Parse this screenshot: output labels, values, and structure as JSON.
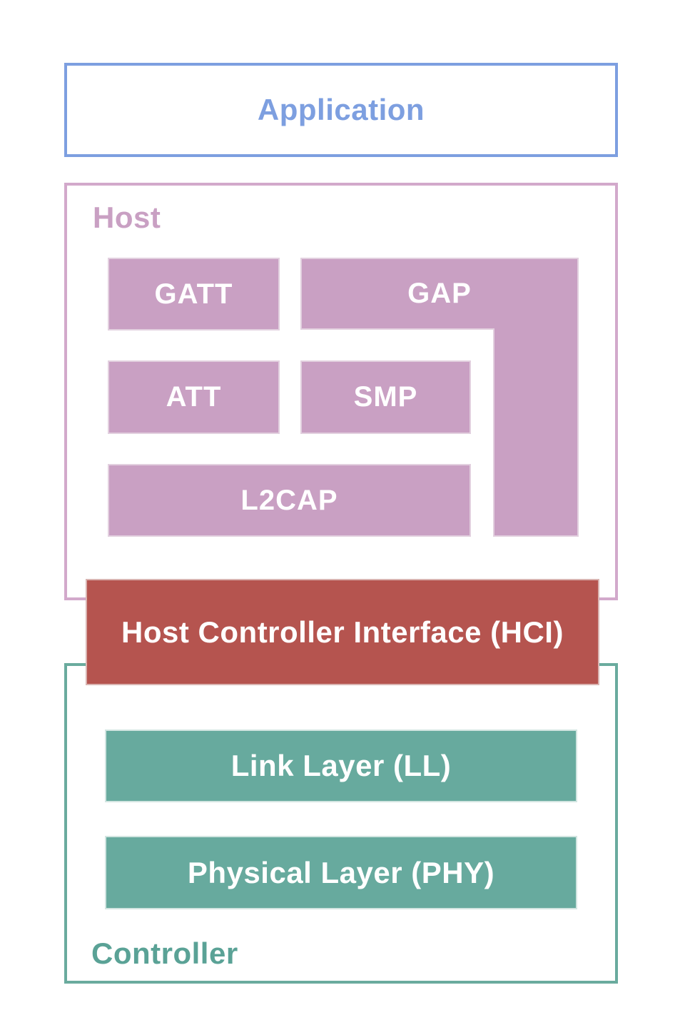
{
  "diagram": {
    "title_semantic": "Bluetooth Low Energy protocol stack",
    "application": {
      "label": "Application"
    },
    "host": {
      "label": "Host",
      "blocks": {
        "gatt": "GATT",
        "gap": "GAP",
        "att": "ATT",
        "smp": "SMP",
        "l2cap": "L2CAP"
      }
    },
    "hci": {
      "label": "Host Controller Interface (HCI)"
    },
    "controller": {
      "label": "Controller",
      "blocks": {
        "link_layer": "Link Layer (LL)",
        "physical_layer": "Physical Layer (PHY)"
      }
    },
    "colors": {
      "application_accent": "#7d9fe0",
      "host_fill": "#c9a0c3",
      "host_border": "#d2a9cb",
      "hci_fill": "#b5544f",
      "controller_fill": "#67aa9e",
      "controller_border": "#6aab9e",
      "controller_label": "#5aa296",
      "block_text": "#ffffff",
      "background": "#ffffff"
    }
  }
}
